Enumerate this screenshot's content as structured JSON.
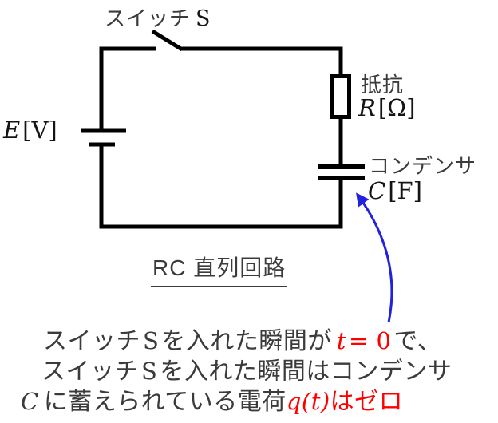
{
  "figure": {
    "switch": {
      "jp": "スイッチ",
      "sym": "S"
    },
    "source": {
      "sym": "E",
      "unit": "[V]"
    },
    "resistor": {
      "jp": "抵抗",
      "sym": "R",
      "unit": "[Ω]"
    },
    "capacitor": {
      "jp": "コンデンサ",
      "sym": "C",
      "unit": "[F]"
    },
    "title": "RC 直列回路"
  },
  "note": {
    "line1": {
      "jp1": "スイッチ",
      "sym": "S",
      "jp2": "を入れた瞬間が",
      "red_var": "t",
      "red_eq": "= 0",
      "jp3": "で、"
    },
    "line2": {
      "jp1": "スイッチ",
      "sym": "S",
      "jp2": "を入れた瞬間はコンデンサ"
    },
    "line3": {
      "sym": "C",
      "jp1": "に蓄えられている電荷",
      "red_math": "q(t)",
      "red_jp": "はゼロ"
    }
  },
  "colors": {
    "accent_red": "#fe0000",
    "accent_blue": "#2222dd",
    "ink": "#000000",
    "text": "#3b3b3b"
  }
}
